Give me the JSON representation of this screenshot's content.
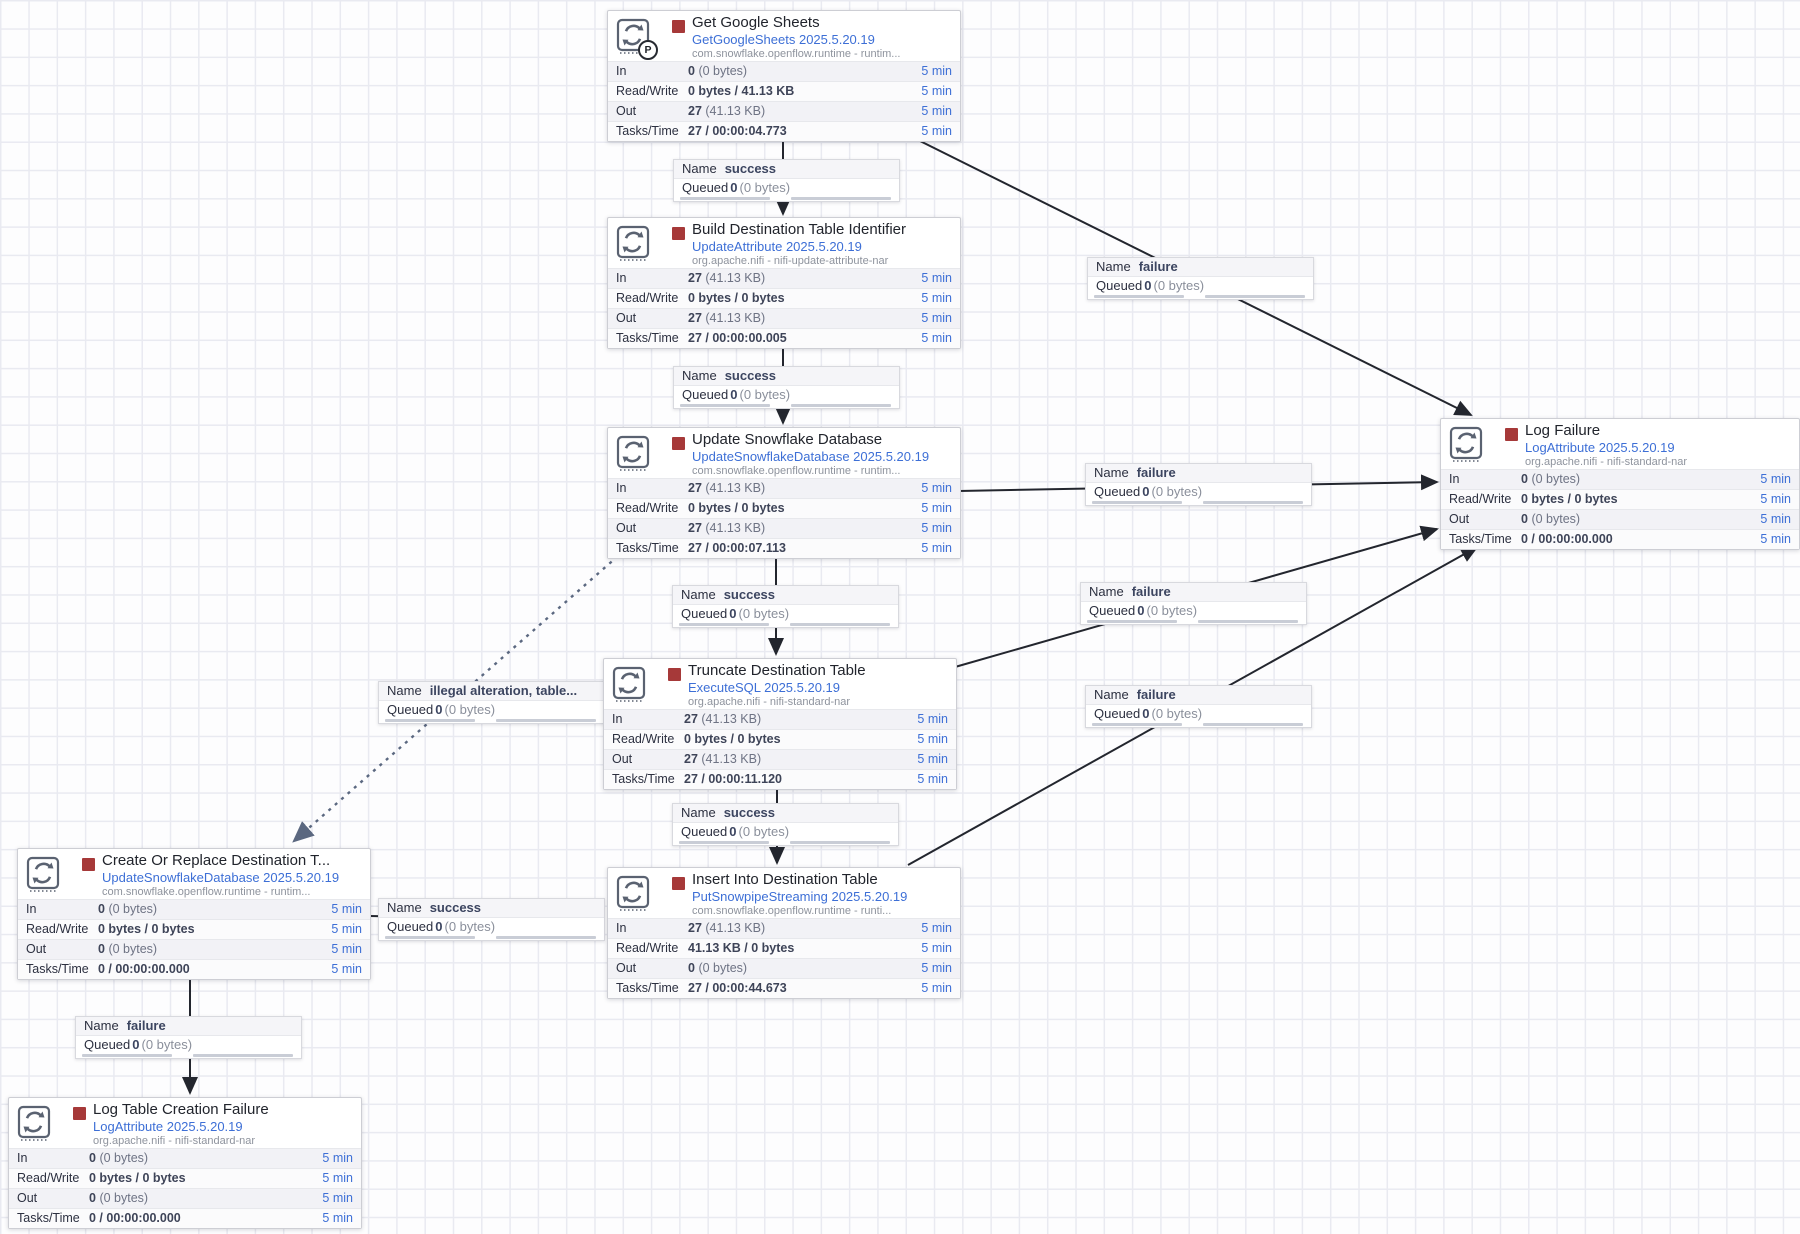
{
  "canvas": {
    "background": "#fdfdfe",
    "grid_color": "#e9eaf1"
  },
  "colors": {
    "accent_blue": "#3d6fd6",
    "stopped_red": "#a63939",
    "arrow": "#23262e",
    "dashed_arrow": "#5b6880",
    "icon_slate": "#5a6271"
  },
  "stat_labels": {
    "in": "In",
    "read_write": "Read/Write",
    "out": "Out",
    "tasks_time": "Tasks/Time"
  },
  "connection_field_labels": {
    "name": "Name",
    "queued": "Queued"
  },
  "processors": [
    {
      "name": "Get Google Sheets",
      "type": "GetGoogleSheets 2025.5.20.19",
      "bundle": "com.snowflake.openflow.runtime - runtim...",
      "primary_badge": "P",
      "in_value": "0",
      "in_detail": "(0 bytes)",
      "rw_value": "0 bytes / 41.13 KB",
      "out_value": "27",
      "out_detail": "(41.13 KB)",
      "tasks_value": "27 / 00:00:04.773",
      "window": "5 min"
    },
    {
      "name": "Build Destination Table Identifier",
      "type": "UpdateAttribute 2025.5.20.19",
      "bundle": "org.apache.nifi - nifi-update-attribute-nar",
      "in_value": "27",
      "in_detail": "(41.13 KB)",
      "rw_value": "0 bytes / 0 bytes",
      "out_value": "27",
      "out_detail": "(41.13 KB)",
      "tasks_value": "27 / 00:00:00.005",
      "window": "5 min"
    },
    {
      "name": "Update Snowflake Database",
      "type": "UpdateSnowflakeDatabase 2025.5.20.19",
      "bundle": "com.snowflake.openflow.runtime - runtim...",
      "in_value": "27",
      "in_detail": "(41.13 KB)",
      "rw_value": "0 bytes / 0 bytes",
      "out_value": "27",
      "out_detail": "(41.13 KB)",
      "tasks_value": "27 / 00:00:07.113",
      "window": "5 min"
    },
    {
      "name": "Truncate Destination Table",
      "type": "ExecuteSQL 2025.5.20.19",
      "bundle": "org.apache.nifi - nifi-standard-nar",
      "in_value": "27",
      "in_detail": "(41.13 KB)",
      "rw_value": "0 bytes / 0 bytes",
      "out_value": "27",
      "out_detail": "(41.13 KB)",
      "tasks_value": "27 / 00:00:11.120",
      "window": "5 min"
    },
    {
      "name": "Insert Into Destination Table",
      "type": "PutSnowpipeStreaming 2025.5.20.19",
      "bundle": "com.snowflake.openflow.runtime - runti...",
      "in_value": "27",
      "in_detail": "(41.13 KB)",
      "rw_value": "41.13 KB / 0 bytes",
      "out_value": "0",
      "out_detail": "(0 bytes)",
      "tasks_value": "27 / 00:00:44.673",
      "window": "5 min"
    },
    {
      "name": "Log Failure",
      "type": "LogAttribute 2025.5.20.19",
      "bundle": "org.apache.nifi - nifi-standard-nar",
      "in_value": "0",
      "in_detail": "(0 bytes)",
      "rw_value": "0 bytes / 0 bytes",
      "out_value": "0",
      "out_detail": "(0 bytes)",
      "tasks_value": "0 / 00:00:00.000",
      "window": "5 min"
    },
    {
      "name": "Create Or Replace Destination T...",
      "type": "UpdateSnowflakeDatabase 2025.5.20.19",
      "bundle": "com.snowflake.openflow.runtime - runtim...",
      "in_value": "0",
      "in_detail": "(0 bytes)",
      "rw_value": "0 bytes / 0 bytes",
      "out_value": "0",
      "out_detail": "(0 bytes)",
      "tasks_value": "0 / 00:00:00.000",
      "window": "5 min"
    },
    {
      "name": "Log Table Creation Failure",
      "type": "LogAttribute 2025.5.20.19",
      "bundle": "org.apache.nifi - nifi-standard-nar",
      "in_value": "0",
      "in_detail": "(0 bytes)",
      "rw_value": "0 bytes / 0 bytes",
      "out_value": "0",
      "out_detail": "(0 bytes)",
      "tasks_value": "0 / 00:00:00.000",
      "window": "5 min"
    }
  ],
  "connections": [
    {
      "name": "success",
      "queued_value": "0",
      "queued_detail": "(0 bytes)"
    },
    {
      "name": "failure",
      "queued_value": "0",
      "queued_detail": "(0 bytes)"
    },
    {
      "name": "success",
      "queued_value": "0",
      "queued_detail": "(0 bytes)"
    },
    {
      "name": "failure",
      "queued_value": "0",
      "queued_detail": "(0 bytes)"
    },
    {
      "name": "success",
      "queued_value": "0",
      "queued_detail": "(0 bytes)"
    },
    {
      "name": "failure",
      "queued_value": "0",
      "queued_detail": "(0 bytes)"
    },
    {
      "name": "illegal alteration, table...",
      "queued_value": "0",
      "queued_detail": "(0 bytes)"
    },
    {
      "name": "success",
      "queued_value": "0",
      "queued_detail": "(0 bytes)"
    },
    {
      "name": "failure",
      "queued_value": "0",
      "queued_detail": "(0 bytes)"
    },
    {
      "name": "success",
      "queued_value": "0",
      "queued_detail": "(0 bytes)"
    },
    {
      "name": "failure",
      "queued_value": "0",
      "queued_detail": "(0 bytes)"
    }
  ]
}
